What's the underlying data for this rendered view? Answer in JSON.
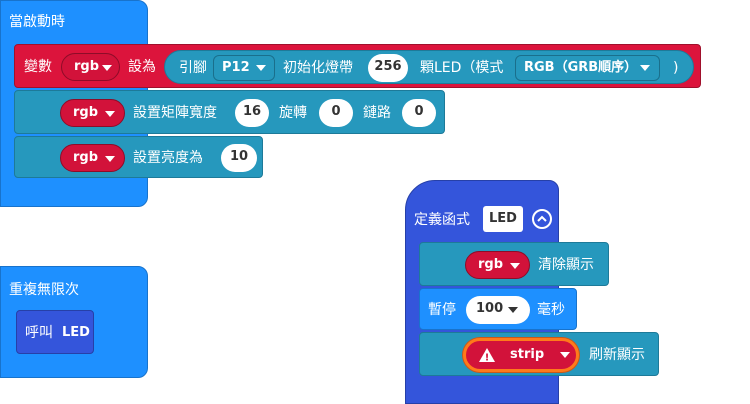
{
  "on_start": {
    "hat_label": "當啟動時",
    "set_var": {
      "keyword": "變數",
      "var_name": "rgb",
      "set_to": "設為",
      "pin_label": "引腳",
      "pin_value": "P12",
      "init_label": "初始化燈帶",
      "count": "256",
      "led_mode_label": "顆LED（模式",
      "mode_value": "RGB（GRB順序）",
      "close_paren": ")"
    },
    "matrix": {
      "var_name": "rgb",
      "label": "設置矩陣寬度",
      "width": "16",
      "rotate_label": "旋轉",
      "rotate": "0",
      "chain_label": "鏈路",
      "chain": "0"
    },
    "brightness": {
      "var_name": "rgb",
      "label": "設置亮度為",
      "value": "10"
    }
  },
  "forever": {
    "hat_label": "重複無限次",
    "call": {
      "label": "呼叫",
      "func": "LED"
    }
  },
  "define_func": {
    "label": "定義函式",
    "name": "LED",
    "clear": {
      "var_name": "rgb",
      "label": "清除顯示"
    },
    "pause": {
      "label": "暫停",
      "value": "100",
      "unit": "毫秒"
    },
    "refresh": {
      "var_name": "strip",
      "label": "刷新顯示",
      "warning": "!"
    }
  },
  "colors": {
    "basic_blue": "#1e90ff",
    "neopixel_teal": "#2698bd",
    "variable_red": "#dc143c",
    "function_blue": "#3455db",
    "var_pill": "#d2123a"
  }
}
